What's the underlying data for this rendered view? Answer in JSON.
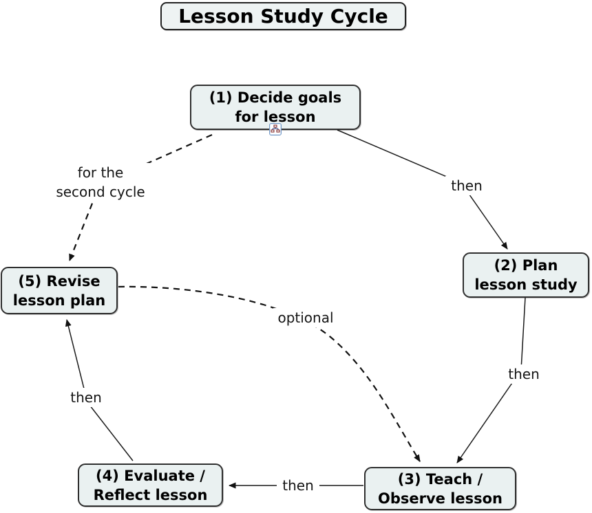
{
  "title": "Lesson Study Cycle",
  "nodes": [
    {
      "id": "1",
      "line1": "(1) Decide goals",
      "line2": "for lesson",
      "icon": "org-chart-resource-icon"
    },
    {
      "id": "2",
      "line1": "(2) Plan",
      "line2": "lesson study"
    },
    {
      "id": "3",
      "line1": "(3) Teach /",
      "line2": "Observe lesson"
    },
    {
      "id": "4",
      "line1": "(4) Evaluate /",
      "line2": "Reflect lesson"
    },
    {
      "id": "5",
      "line1": "(5) Revise",
      "line2": "lesson plan"
    }
  ],
  "links": [
    {
      "from": "1",
      "to": "2",
      "label": "then",
      "style": "solid"
    },
    {
      "from": "2",
      "to": "3",
      "label": "then",
      "style": "solid"
    },
    {
      "from": "3",
      "to": "4",
      "label": "then",
      "style": "solid"
    },
    {
      "from": "4",
      "to": "5",
      "label": "then",
      "style": "solid"
    },
    {
      "from": "1",
      "to": "5",
      "label": "for the second cycle",
      "label_lines": [
        "for the",
        "second cycle"
      ],
      "style": "dashed"
    },
    {
      "from": "5",
      "to": "3",
      "label": "optional",
      "style": "dashed"
    }
  ],
  "colors": {
    "background": "#ffffff",
    "node_fill": "#eaf1f1",
    "node_border": "#2e2e2e",
    "line": "#1a1a1a",
    "icon_border": "#7096c4",
    "icon_box": "#7a1a1a",
    "icon_line": "#223a7a"
  }
}
